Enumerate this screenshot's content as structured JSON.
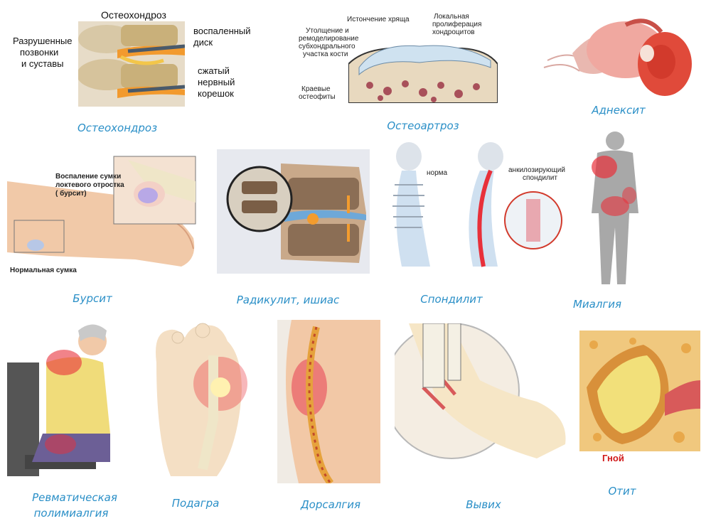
{
  "captions": {
    "osteochondrosis": "Остеохондроз",
    "osteoarthrosis": "Остеоартроз",
    "adnexitis": "Аднексит",
    "bursitis": "Бурсит",
    "radiculitis": "Радикулит, ишиас",
    "spondylitis": "Спондилит",
    "myalgia": "Миалгия",
    "polymyalgia_line1": "Ревматическая",
    "polymyalgia_line2": "полимиалгия",
    "gout": "Подагра",
    "dorsalgia": "Дорсалгия",
    "dislocation": "Вывих",
    "otitis": "Отит"
  },
  "osteochondrosis_labels": {
    "title": "Остеохондроз",
    "left_line1": "Разрушенные",
    "left_line2": "позвонки",
    "left_line3": "и суставы",
    "right1_line1": "воспаленный",
    "right1_line2": "диск",
    "right2_line1": "сжатый",
    "right2_line2": "нервный",
    "right2_line3": "корешок"
  },
  "osteoarthrosis_labels": {
    "thinning": "Истончение хряща",
    "prolif_line1": "Локальная",
    "prolif_line2": "пролиферация",
    "prolif_line3": "хондроцитов",
    "thick_line1": "Утолщение и",
    "thick_line2": "ремоделирование",
    "thick_line3": "субхондрального",
    "thick_line4": "участка кости",
    "osteo_line1": "Краевые",
    "osteo_line2": "остеофиты"
  },
  "bursitis_labels": {
    "inflam_line1": "Воспаление сумки",
    "inflam_line2": "локтевого отростка",
    "inflam_line3": "( бурсит)",
    "normal": "Нормальная сумка"
  },
  "spondylitis_labels": {
    "norm": "норма",
    "ankyl_line1": "анкилозирующий",
    "ankyl_line2": "спондилит"
  },
  "otitis_labels": {
    "pus": "Гной"
  },
  "colors": {
    "caption": "#2a8fc7",
    "inflammation": "#e8303a",
    "bone": "#efe6c8",
    "skin": "#f1c9a8"
  }
}
